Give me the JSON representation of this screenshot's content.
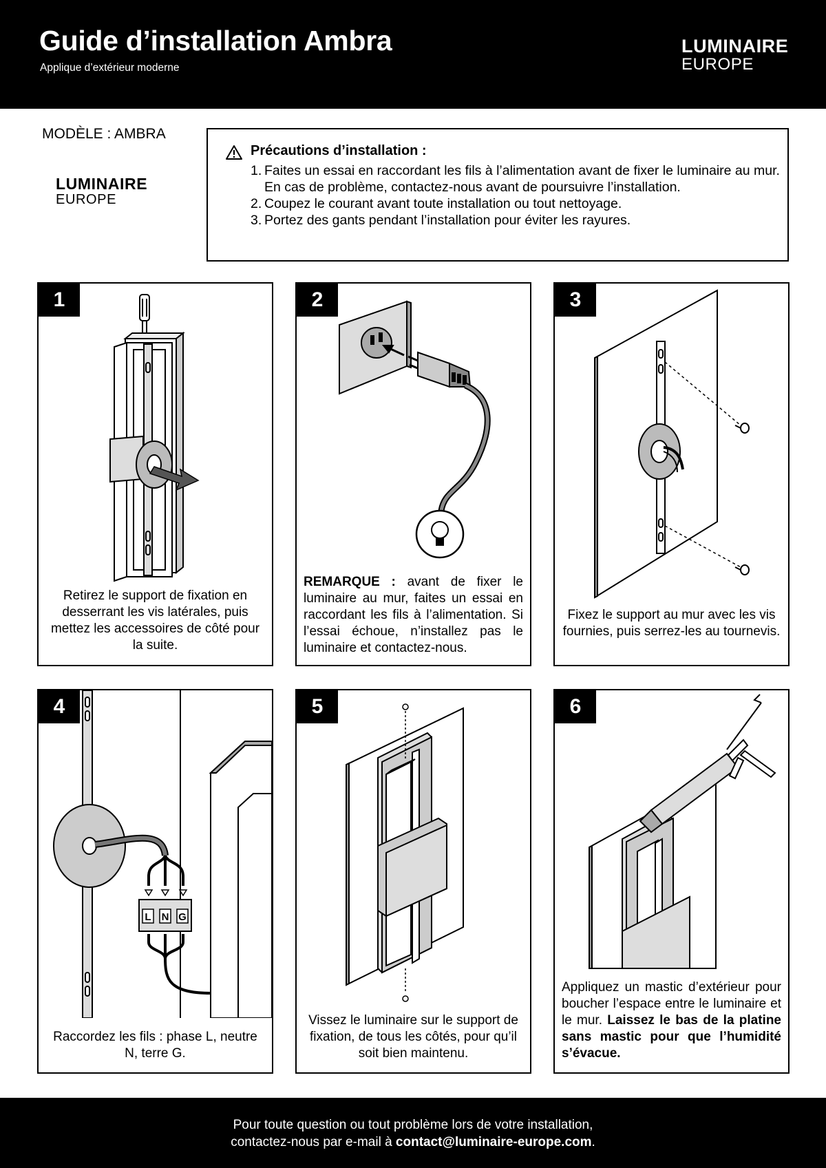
{
  "header": {
    "title": "Guide d’installation Ambra",
    "subtitle": "Applique d’extérieur moderne",
    "brand_line1": "LUMINAIRE",
    "brand_line2": "EUROPE"
  },
  "model": {
    "label": "MODÈLE : AMBRA",
    "brand_line1": "LUMINAIRE",
    "brand_line2": "EUROPE"
  },
  "precautions": {
    "icon": "warning-triangle-icon",
    "title": "Précautions d’installation :",
    "items": [
      {
        "num": "1.",
        "text": "Faites un essai en raccordant les fils à l’alimentation avant de fixer le luminaire au mur. En cas de problème, contactez-nous avant de poursuivre l’installation."
      },
      {
        "num": "2.",
        "text": "Coupez le courant avant toute installation ou tout nettoyage."
      },
      {
        "num": "3.",
        "text": "Portez des gants pendant l’installation pour éviter les rayures."
      }
    ]
  },
  "steps": [
    {
      "number": "1",
      "illustration": "remove-bracket-illustration",
      "caption": "Retirez le support de fixation en desserrant les vis latérales, puis mettez les accessoires de côté pour la suite."
    },
    {
      "number": "2",
      "illustration": "test-plug-illustration",
      "caption_bold": "REMARQUE :",
      "caption": " avant de fixer le luminaire au mur, faites un essai en raccordant les fils à l’alimentation. Si l’essai échoue, n’installez pas le luminaire et contactez-nous."
    },
    {
      "number": "3",
      "illustration": "mount-bracket-illustration",
      "caption": "Fixez le support au mur avec les vis fournies, puis serrez-les au tournevis."
    },
    {
      "number": "4",
      "illustration": "wiring-illustration",
      "caption": "Raccordez les fils : phase L, neutre N, terre G.",
      "terminals": [
        "L",
        "N",
        "G"
      ]
    },
    {
      "number": "5",
      "illustration": "screw-luminaire-illustration",
      "caption": "Vissez le luminaire sur le support de fixation, de tous les côtés, pour qu’il soit bien maintenu."
    },
    {
      "number": "6",
      "illustration": "sealant-illustration",
      "caption": "Appliquez un mastic d’extérieur pour boucher l’espace entre le luminaire et le mur. ",
      "caption_bold": "Laissez le bas de la platine sans mastic pour que l’humidité s’évacue."
    }
  ],
  "footer": {
    "line1": "Pour toute question ou tout problème lors de votre installation,",
    "line2_prefix": "contactez-nous par e-mail à ",
    "email": "contact@luminaire-europe.com",
    "line2_suffix": "."
  }
}
